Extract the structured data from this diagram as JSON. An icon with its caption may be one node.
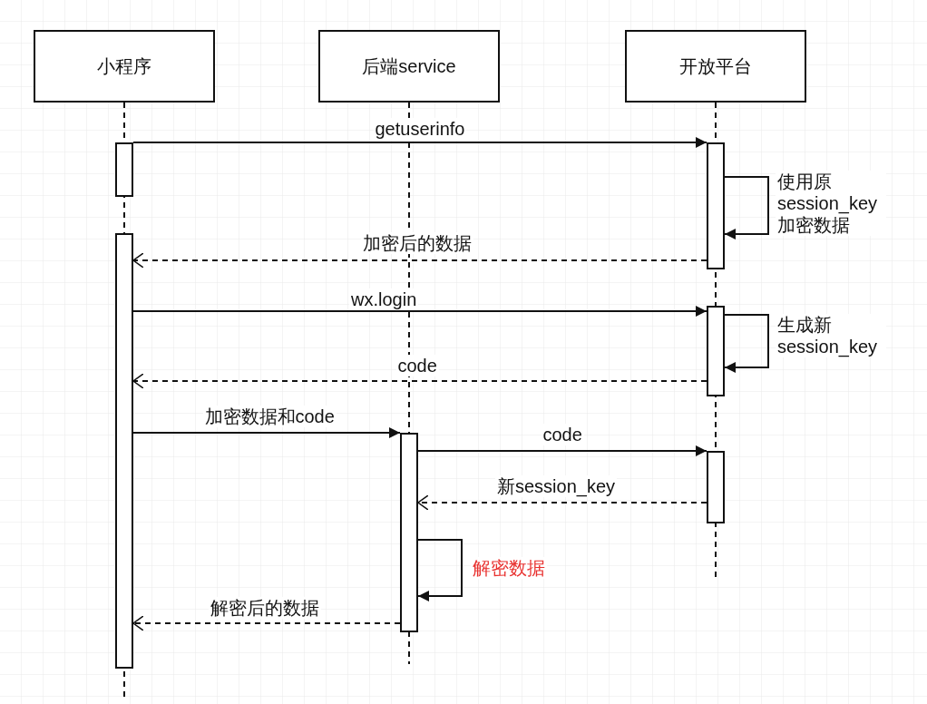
{
  "diagram": {
    "nodes": [
      {
        "text": [
          "小程序"
        ]
      },
      {
        "text": [
          "后端service"
        ]
      },
      {
        "text": [
          "开放平台"
        ]
      },
      {
        "text": [],
        "shape": "bar"
      },
      {
        "text": [],
        "shape": "bar"
      },
      {
        "text": [],
        "shape": "bar"
      },
      {
        "text": [],
        "shape": "bar"
      },
      {
        "text": [],
        "shape": "bar"
      },
      {
        "text": [],
        "shape": "bar"
      }
    ],
    "edges": [
      {
        "from": 3,
        "to": 5,
        "arrow": "to",
        "label": "getuserinfo"
      },
      {
        "from": 5,
        "to": 5,
        "arrow": "to",
        "label": "使用原session_key加密数据"
      },
      {
        "from": 5,
        "to": 4,
        "arrow": "to",
        "label": "加密后的数据",
        "style": "dashed"
      },
      {
        "from": 4,
        "to": 6,
        "arrow": "to",
        "label": "wx.login"
      },
      {
        "from": 6,
        "to": 6,
        "arrow": "to",
        "label": "生成新session_key"
      },
      {
        "from": 6,
        "to": 4,
        "arrow": "to",
        "label": "code",
        "style": "dashed"
      },
      {
        "from": 4,
        "to": 7,
        "arrow": "to",
        "label": "加密数据和code"
      },
      {
        "from": 7,
        "to": 8,
        "arrow": "to",
        "label": "code"
      },
      {
        "from": 8,
        "to": 7,
        "arrow": "to",
        "label": "新session_key",
        "style": "dashed"
      },
      {
        "from": 7,
        "to": 7,
        "arrow": "to",
        "label": "解密数据"
      },
      {
        "from": 7,
        "to": 4,
        "arrow": "to",
        "label": "解密后的数据",
        "style": "dashed"
      }
    ]
  }
}
